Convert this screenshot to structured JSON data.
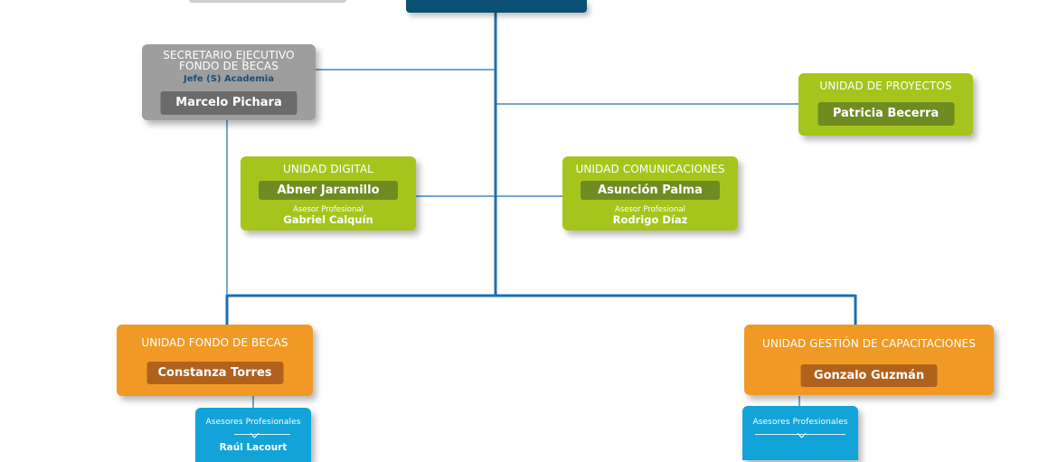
{
  "secretario": {
    "title_line1": "SECRETARIO EJECUTIVO",
    "title_line2": "FONDO DE BECAS",
    "role": "Jefe (S) Academia",
    "name": "Marcelo Pichara"
  },
  "proyectos": {
    "title": "UNIDAD DE PROYECTOS",
    "name": "Patricia Becerra"
  },
  "digital": {
    "title": "UNIDAD DIGITAL",
    "name": "Abner Jaramillo",
    "advisor_label": "Asesor Profesional",
    "advisor_name": "Gabriel Calquín"
  },
  "comunicaciones": {
    "title": "UNIDAD COMUNICACIONES",
    "name": "Asunción Palma",
    "advisor_label": "Asesor Profesional",
    "advisor_name": "Rodrigo Díaz"
  },
  "fondo_becas": {
    "title": "UNIDAD FONDO DE BECAS",
    "name": "Constanza Torres",
    "advisors_label": "Asesores Profesionales",
    "advisor_first": "Raúl Lacourt"
  },
  "capacitaciones": {
    "title": "UNIDAD GESTIÓN DE CAPACITACIONES",
    "name": "Gonzalo Guzmán",
    "advisors_label": "Asesores Profesionales"
  },
  "colors": {
    "connector_blue": "#1a6fb3",
    "navy": "#0b4f73",
    "green": "#a6c51c",
    "orange": "#f09a25",
    "gray": "#9e9e9e",
    "cyan": "#12a4d8"
  }
}
